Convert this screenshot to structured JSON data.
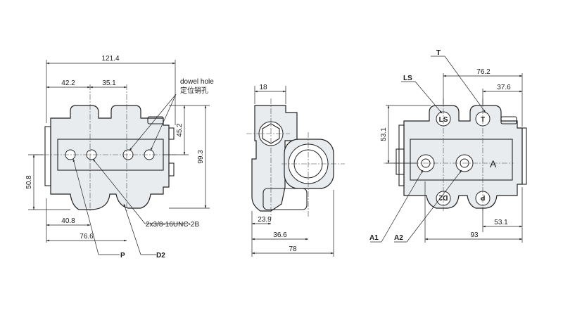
{
  "front_view": {
    "dims": {
      "overall_width": "121.4",
      "d1": "42.2",
      "d2": "35.1",
      "height_total": "99.3",
      "height_upper": "45.2",
      "height_left": "50.8",
      "bottom_1": "40.8",
      "bottom_2": "76.6"
    },
    "notes": {
      "dowel_en": "dowel hole",
      "dowel_cn": "定位销孔",
      "thread": "2x3/8-16UNC-2B"
    },
    "ports": {
      "p": "P",
      "d2": "D2"
    }
  },
  "side_view": {
    "dims": {
      "top": "18",
      "b1": "23.9",
      "b2": "36.6",
      "b3": "78"
    }
  },
  "rear_view": {
    "dims": {
      "w1": "76.2",
      "w2": "37.6",
      "h1": "53.1",
      "b1": "53.1",
      "b2": "93"
    },
    "ports": {
      "t": "T",
      "ls": "LS",
      "a1": "A1",
      "a2": "A2",
      "a": "A",
      "ls_mark": "LS",
      "t_mark": "T",
      "d2_mark": "D2",
      "p_mark": "P"
    }
  }
}
